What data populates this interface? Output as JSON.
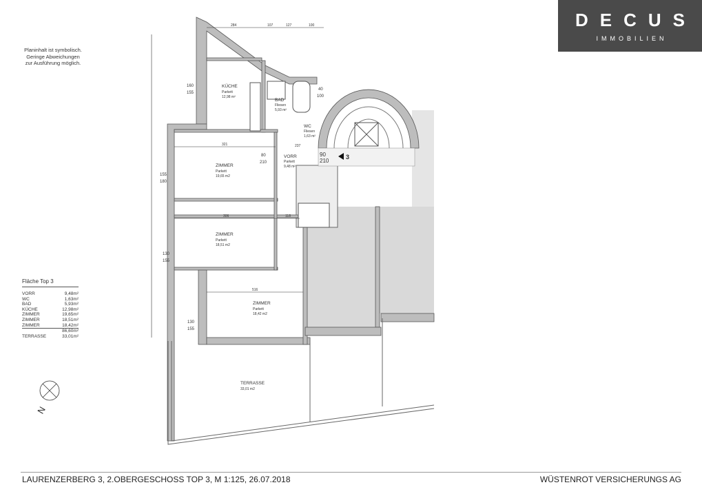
{
  "note": [
    "Planinhalt ist symbolisch.",
    "Geringe Abweichungen",
    "zur Ausführung möglich."
  ],
  "logo": {
    "name": "DECUS",
    "sub": "IMMOBILIEN",
    "bg_color": "#4a4a4a"
  },
  "area_table": {
    "title": "Fläche Top 3",
    "rows": [
      {
        "room": "VORR",
        "area": "9,48m²"
      },
      {
        "room": "WC",
        "area": "1,63m²"
      },
      {
        "room": "BAD",
        "area": "5,93m²"
      },
      {
        "room": "KÜCHE",
        "area": "12,98m²"
      },
      {
        "room": "ZIMMER",
        "area": "19,65m²"
      },
      {
        "room": "ZIMMER",
        "area": "18,51m²"
      },
      {
        "room": "ZIMMER",
        "area": "18,42m²"
      }
    ],
    "total": "86,60m²",
    "terrace": {
      "room": "TERRASSE",
      "area": "33,01m²"
    }
  },
  "rooms": {
    "kueche": {
      "name": "KÜCHE",
      "floor": "Parkett",
      "area": "12,98 m²"
    },
    "bad": {
      "name": "BAD",
      "floor": "Fliesen",
      "area": "5,93 m²"
    },
    "wc": {
      "name": "WC",
      "floor": "Fliesen",
      "area": "1,63 m²"
    },
    "vorr": {
      "name": "VORR",
      "floor": "Parkett",
      "area": "9,48 m²"
    },
    "zimmer1": {
      "name": "ZIMMER",
      "floor": "Parkett",
      "area": "19,65 m2"
    },
    "zimmer2": {
      "name": "ZIMMER",
      "floor": "Parkett",
      "area": "18,51 m2"
    },
    "zimmer3": {
      "name": "ZIMMER",
      "floor": "Parkett",
      "area": "18,42 m2"
    },
    "terrasse": {
      "name": "TERRASSE",
      "area": "33,01 m2"
    }
  },
  "entrance": {
    "marker": "3",
    "door_width": "90",
    "door_height": "210"
  },
  "dimensions": {
    "top": [
      "284",
      "107",
      "127",
      "100"
    ],
    "window_kueche": [
      "160",
      "155"
    ],
    "window_z1": [
      "155",
      "180"
    ],
    "window_z2": [
      "130",
      "155"
    ],
    "window_z3": [
      "130",
      "155"
    ],
    "window_bad": [
      "40",
      "100"
    ],
    "door": [
      "80",
      "210"
    ],
    "wall_z1": "321",
    "wall_vorr": "237",
    "wall_z2": "306",
    "wall_z2b": "118",
    "wall_z3": "516"
  },
  "footer": {
    "left": "LAURENZERBERG 3, 2.OBERGESCHOSS  TOP 3, M 1:125, 26.07.2018",
    "right": "WÜSTENROT VERSICHERUNGS AG"
  },
  "compass": {
    "label": "N"
  }
}
